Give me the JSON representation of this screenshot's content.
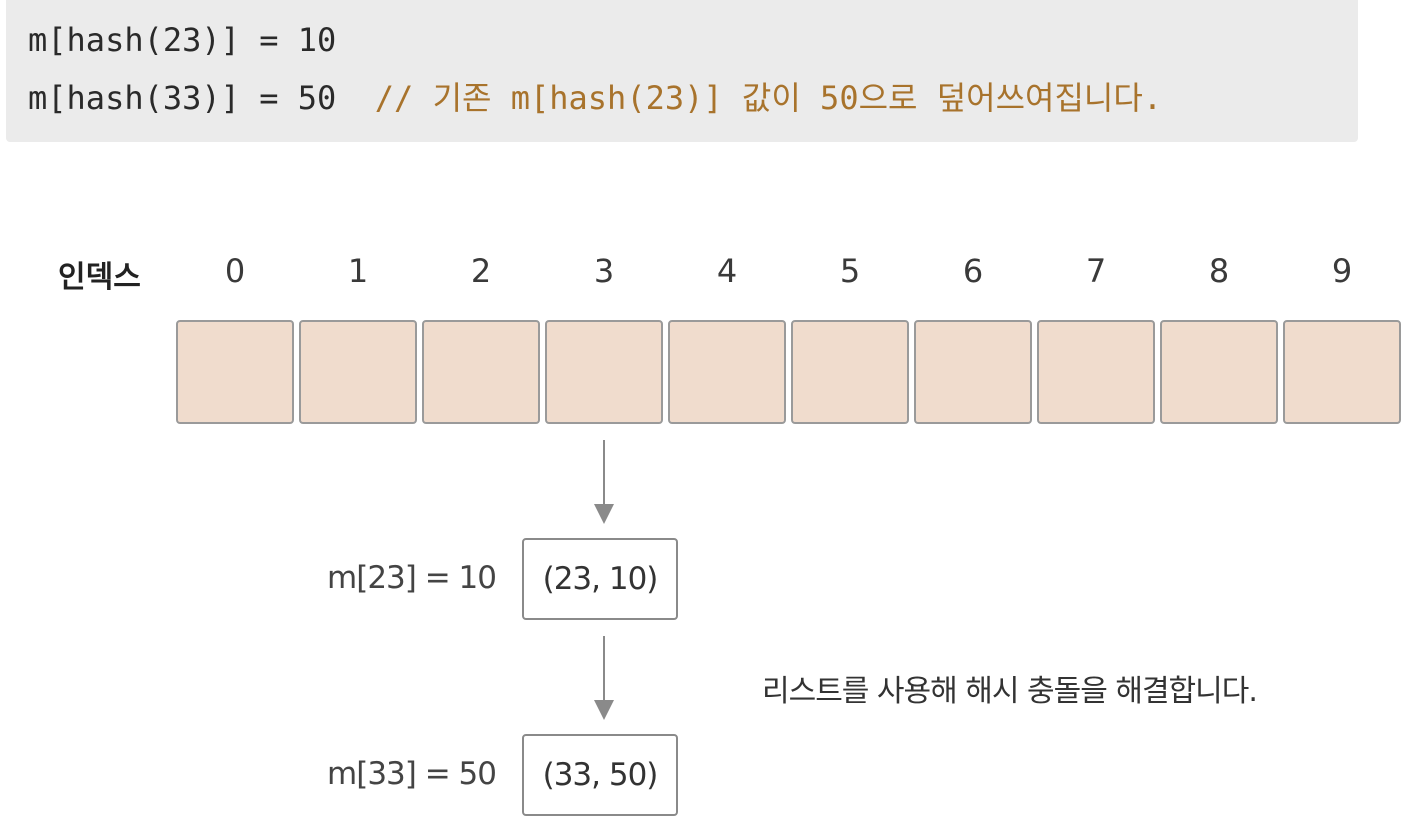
{
  "code": {
    "line1": "m[hash(23)] = 10",
    "line2_code": "m[hash(33)] = 50  ",
    "line2_comment": "// 기존 m[hash(23)] 값이 50으로 덮어쓰여집니다."
  },
  "table": {
    "index_label": "인덱스",
    "indices": [
      "0",
      "1",
      "2",
      "3",
      "4",
      "5",
      "6",
      "7",
      "8",
      "9"
    ]
  },
  "chain": [
    {
      "label": "m[23] = 10",
      "pair": "(23, 10)"
    },
    {
      "label": "m[33] = 50",
      "pair": "(33, 50)"
    }
  ],
  "note": "리스트를 사용해 해시 충돌을 해결합니다.",
  "colors": {
    "bucket_fill": "#f0dccd",
    "comment": "#a8732c",
    "code_bg": "#ebebeb"
  }
}
